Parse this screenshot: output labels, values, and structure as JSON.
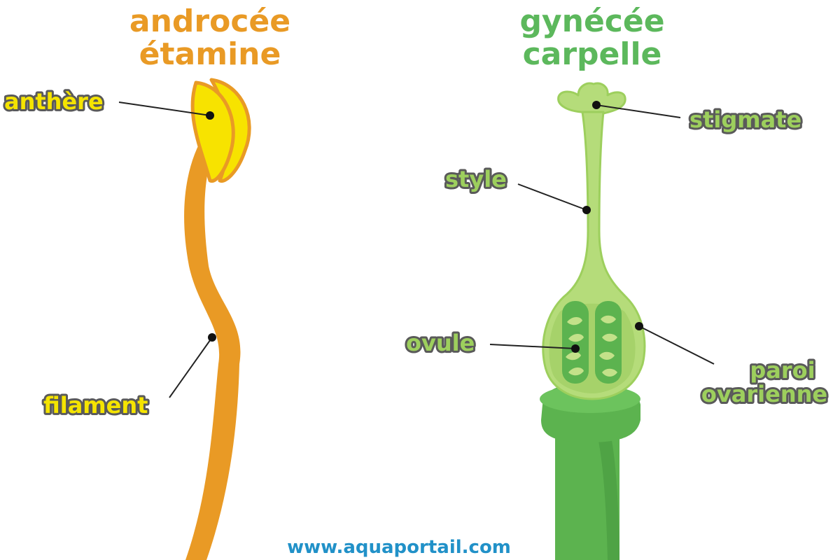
{
  "colors": {
    "stamen_title": "#e99a25",
    "anther_label": "#f5e400",
    "anther_fill": "#f7e300",
    "filament": "#e99a25",
    "pistil_title": "#5cb85c",
    "pistil_label": "#9dcf5d",
    "pistil_light": "#b5dc7a",
    "pistil_dark": "#5cb34f",
    "ovule": "#c3e189",
    "site_text": "#2191c8",
    "leader": "#222222",
    "outline": "#6b6b6b"
  },
  "stamen": {
    "title_line1": "androcée",
    "title_line2": "étamine",
    "anther_label": "anthère",
    "filament_label": "filament"
  },
  "pistil": {
    "title_line1": "gynécée",
    "title_line2": "carpelle",
    "stigma_label": "stigmate",
    "style_label": "style",
    "ovule_label": "ovule",
    "ovary_wall_label_line1": "paroi",
    "ovary_wall_label_line2": "ovarienne"
  },
  "footer": {
    "website": "www.aquaportail.com"
  }
}
